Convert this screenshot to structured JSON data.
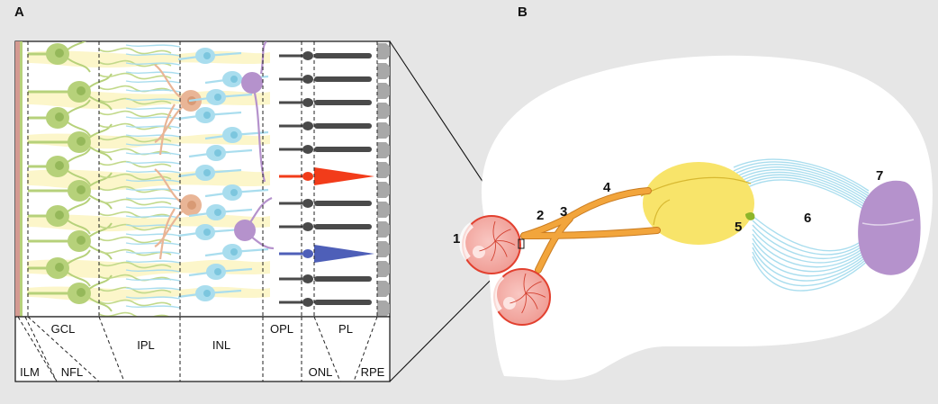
{
  "panels": {
    "a": "A",
    "b": "B"
  },
  "retina_layers": {
    "top_row": [
      "GCL",
      "IPL",
      "INL",
      "OPL",
      "PL"
    ],
    "bottom_row": [
      "ILM",
      "NFL",
      "ONL",
      "RPE"
    ]
  },
  "pathway_labels": [
    "1",
    "2",
    "3",
    "4",
    "5",
    "6",
    "7"
  ],
  "colors": {
    "background": "#e6e6e6",
    "ganglion_cell": "#b6d17a",
    "ganglion_nucleus": "#95b85a",
    "bipolar_cell": "#a9ddee",
    "amacrine_cell": "#e9b596",
    "horizontal_cell": "#b592cc",
    "photoreceptor": "#4a4a4a",
    "red_cone": "#f23c1a",
    "blue_cone": "#4e5fb8",
    "rpe": "#a8a8a8",
    "inner_limiting_membrane": "#d49a92",
    "eye": "#f2a59f",
    "optic_nerve": "#f2a53c",
    "lgn": "#f8e46a",
    "optic_radiation": "#a9ddee",
    "visual_cortex": "#b592cc",
    "brain": "#ffffff"
  }
}
